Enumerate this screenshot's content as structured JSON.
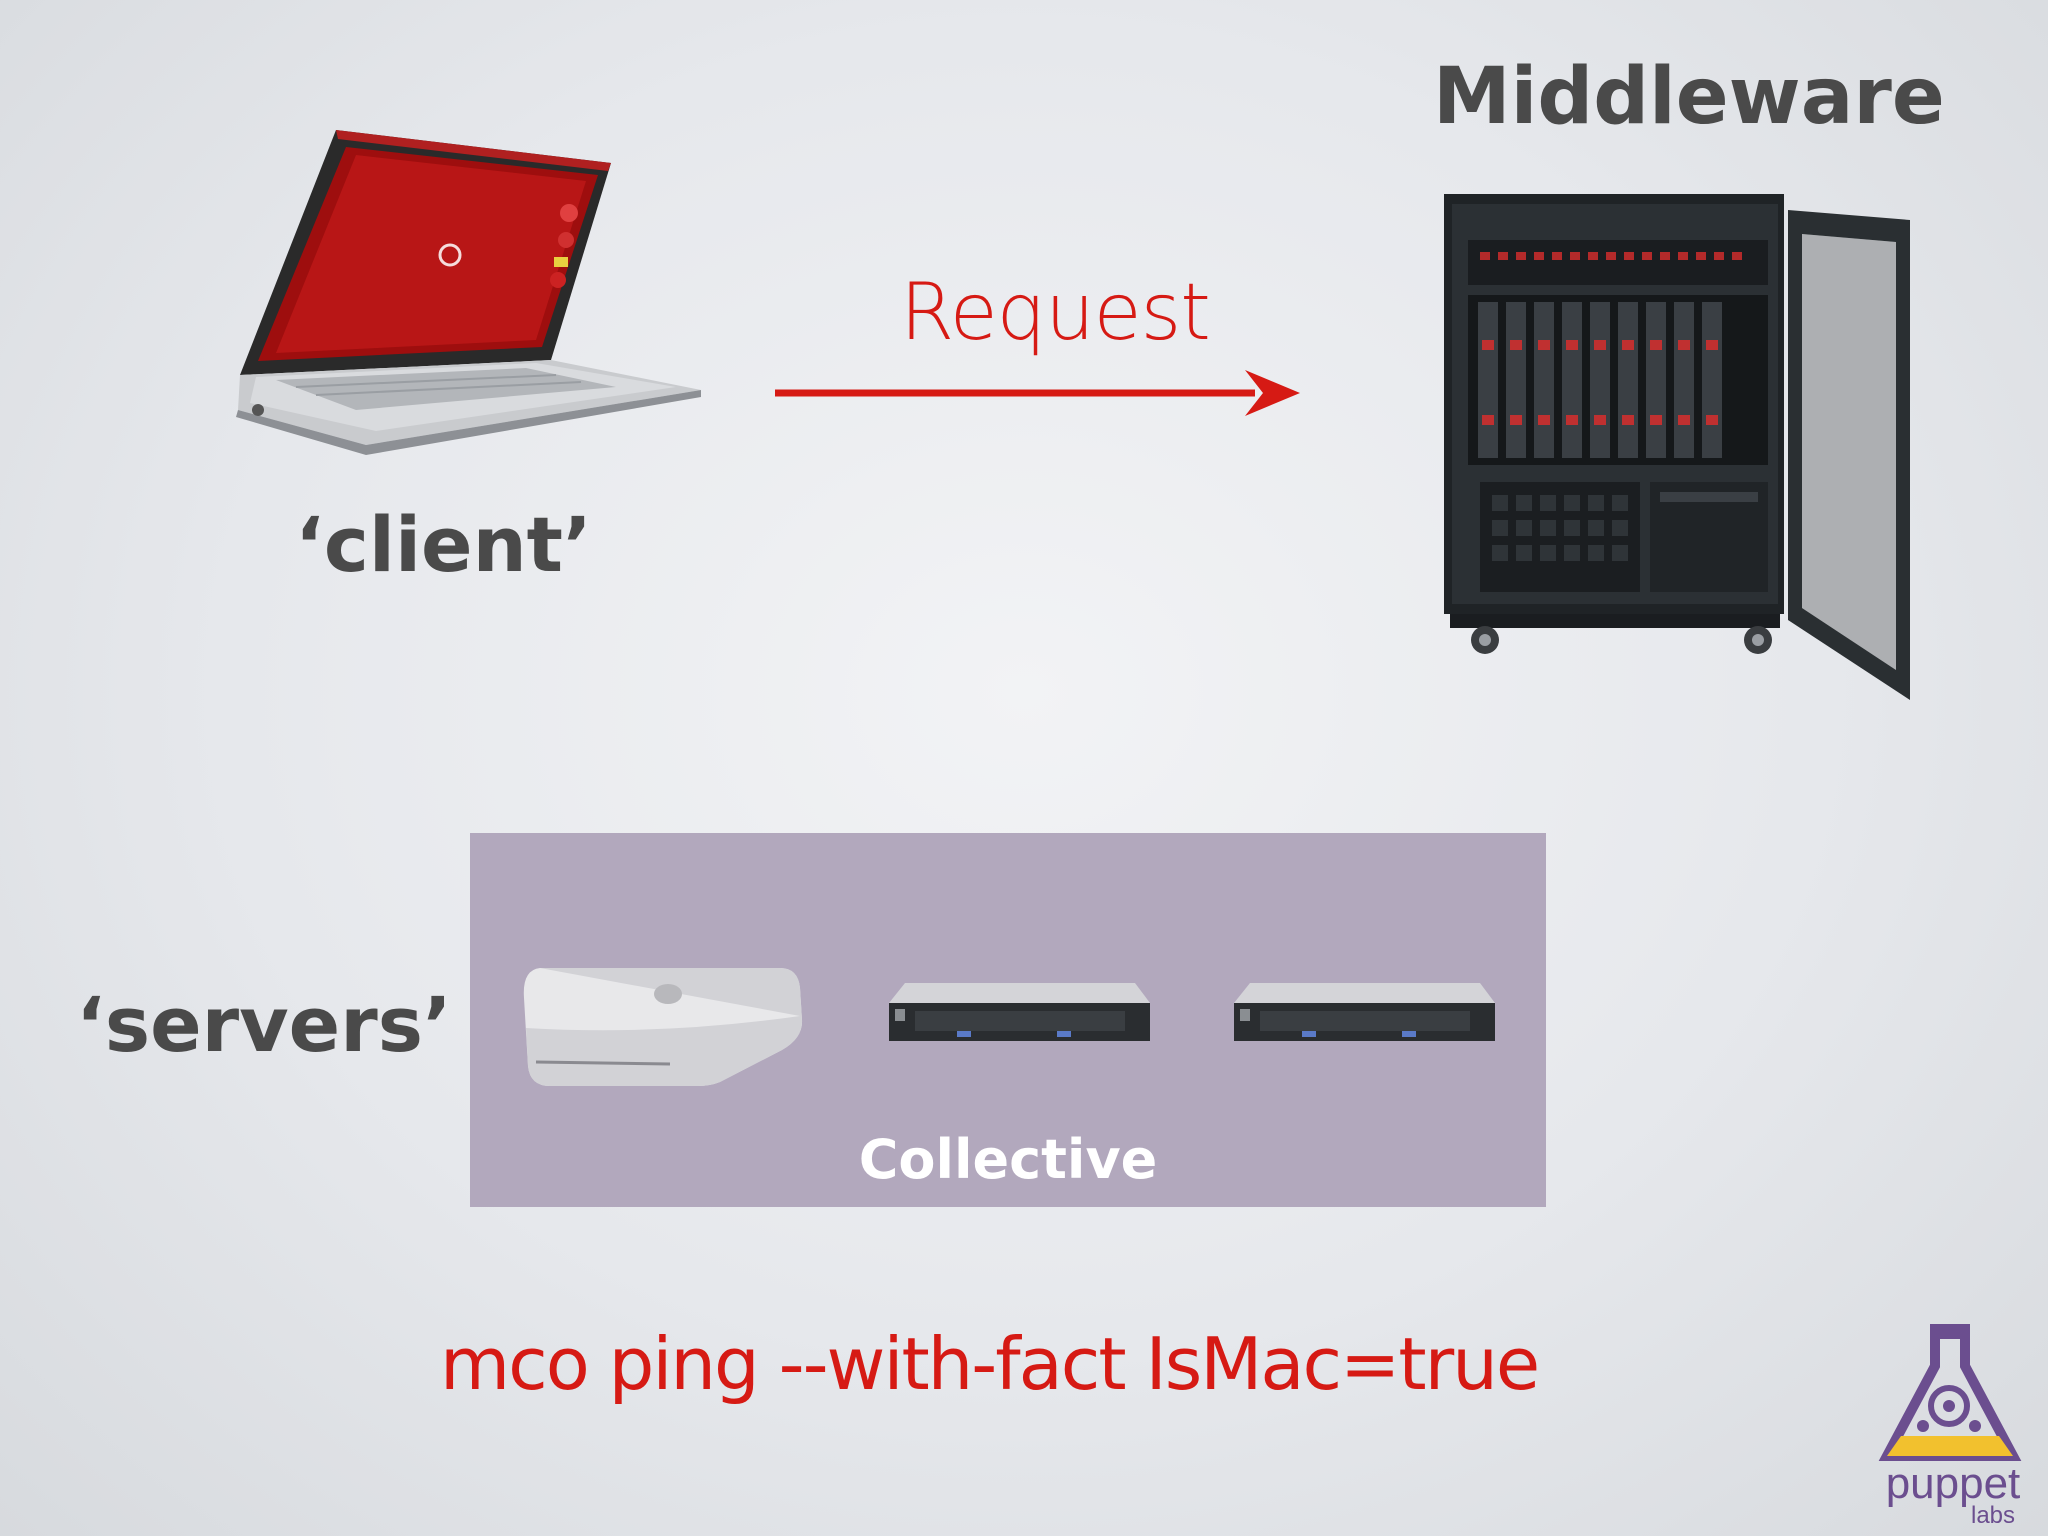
{
  "slide": {
    "middleware_title": "Middleware",
    "client_label": "‘client’",
    "servers_label": "‘servers’",
    "request_label": "Request",
    "collective_label": "Collective",
    "command": "mco ping --with-fact IsMac=true",
    "logo": {
      "word": "puppet",
      "sub": "labs"
    }
  },
  "icons": {
    "client": "laptop-icon",
    "middleware": "server-rack-icon",
    "server_1": "mac-mini-icon",
    "server_2": "rack-server-icon",
    "server_3": "rack-server-icon",
    "logo": "puppet-labs-flask-logo"
  },
  "colors": {
    "accent_red": "#d61a14",
    "label_gray": "#4a4a4a",
    "collective_bg": "#b2a8bd",
    "logo_purple": "#6b4e8f",
    "logo_yellow": "#f2c12e"
  }
}
